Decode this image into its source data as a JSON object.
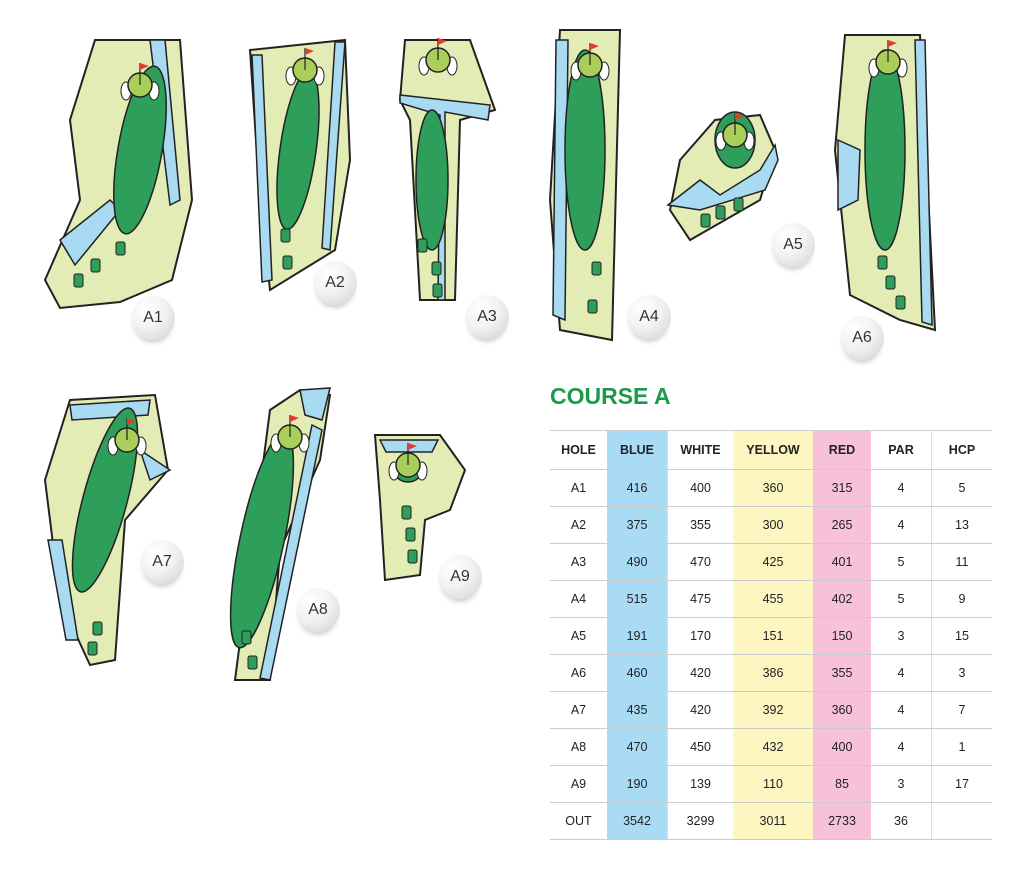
{
  "holes": [
    "A1",
    "A2",
    "A3",
    "A4",
    "A5",
    "A6",
    "A7",
    "A8",
    "A9"
  ],
  "colors": {
    "rough": "#e2ecb4",
    "fairway": "#2e9e5b",
    "green": "#a9cf5a",
    "water": "#a8daf2",
    "flag": "#e53b2f",
    "title": "#1a9a4a"
  },
  "scorecard": {
    "title": "COURSE A",
    "headers": [
      "HOLE",
      "BLUE",
      "WHITE",
      "YELLOW",
      "RED",
      "PAR",
      "HCP"
    ],
    "rows": [
      [
        "A1",
        "416",
        "400",
        "360",
        "315",
        "4",
        "5"
      ],
      [
        "A2",
        "375",
        "355",
        "300",
        "265",
        "4",
        "13"
      ],
      [
        "A3",
        "490",
        "470",
        "425",
        "401",
        "5",
        "11"
      ],
      [
        "A4",
        "515",
        "475",
        "455",
        "402",
        "5",
        "9"
      ],
      [
        "A5",
        "191",
        "170",
        "151",
        "150",
        "3",
        "15"
      ],
      [
        "A6",
        "460",
        "420",
        "386",
        "355",
        "4",
        "3"
      ],
      [
        "A7",
        "435",
        "420",
        "392",
        "360",
        "4",
        "7"
      ],
      [
        "A8",
        "470",
        "450",
        "432",
        "400",
        "4",
        "1"
      ],
      [
        "A9",
        "190",
        "139",
        "110",
        "85",
        "3",
        "17"
      ],
      [
        "OUT",
        "3542",
        "3299",
        "3011",
        "2733",
        "36",
        ""
      ]
    ]
  }
}
